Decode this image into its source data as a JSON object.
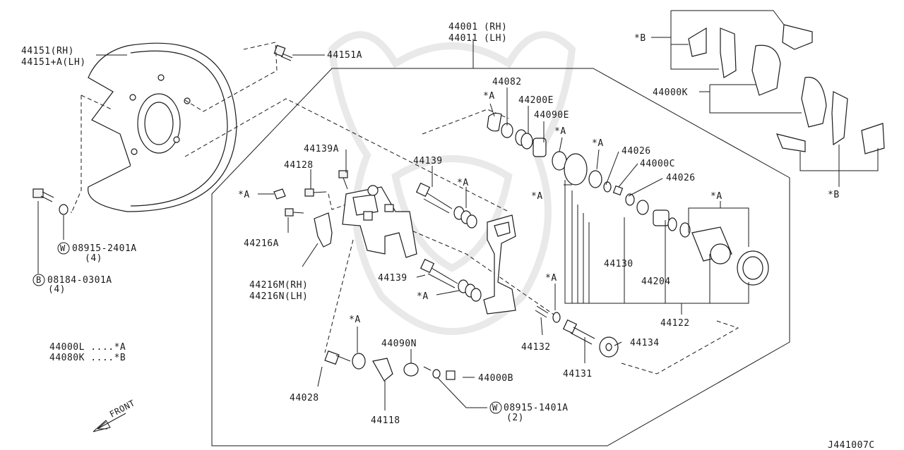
{
  "diagram_code": "J441007C",
  "notes": [
    "44000L ....*A",
    "44080K ....*B"
  ],
  "front_label": "FRONT",
  "labels": {
    "p44151_rh": "44151(RH)",
    "p44151_lh": "44151+A(LH)",
    "p44151a": "44151A",
    "w08915_2401a": "08915-2401A",
    "w08915_2401a_qty": "(4)",
    "b08184_0301a": "08184-0301A",
    "b08184_0301a_qty": "(4)",
    "p44001": "44001 (RH)",
    "p44011": "44011 (LH)",
    "p44082": "44082",
    "p44200e": "44200E",
    "p44090e": "44090E",
    "p44026_a": "44026",
    "p44000c": "44000C",
    "p44026_b": "44026",
    "p44139a": "44139A",
    "p44128": "44128",
    "p44139_top": "44139",
    "p44216a": "44216A",
    "p44216m": "44216M(RH)",
    "p44216n": "44216N(LH)",
    "p44139_bot": "44139",
    "p44130": "44130",
    "p44204": "44204",
    "p44122": "44122",
    "p44132": "44132",
    "p44134": "44134",
    "p44131": "44131",
    "p44090n": "44090N",
    "p44000b": "44000B",
    "p44028": "44028",
    "p44118": "44118",
    "w08915_1401a": "08915-1401A",
    "w08915_1401a_qty": "(2)",
    "p44000k": "44000K",
    "star_a": "*A",
    "star_b": "*B",
    "circle_w": "W",
    "circle_b": "B"
  }
}
